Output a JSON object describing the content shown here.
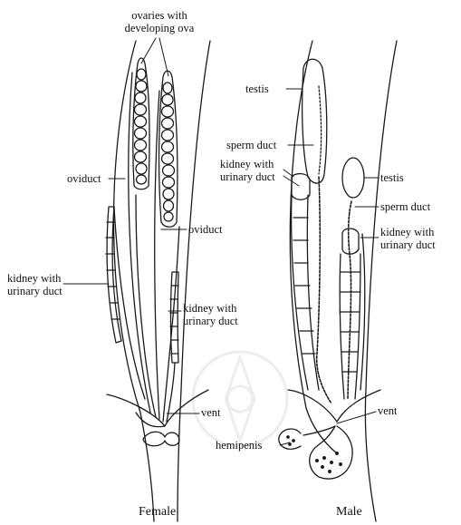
{
  "labels": {
    "ovaries": [
      "ovaries with",
      "developing ova"
    ],
    "oviduct_left": "oviduct",
    "oviduct_right": "oviduct",
    "kidney_female_left": [
      "kidney with",
      "urinary duct"
    ],
    "kidney_female_right": [
      "kidney with",
      "urinary duct"
    ],
    "vent_female": "vent",
    "testis_left": "testis",
    "sperm_duct_left": "sperm duct",
    "kidney_male_left": [
      "kidney with",
      "urinary duct"
    ],
    "testis_right": "testis",
    "sperm_duct_right": "sperm duct",
    "kidney_male_right": [
      "kidney with",
      "urinary duct"
    ],
    "vent_male": "vent",
    "hemipenis": "hemipenis"
  },
  "captions": {
    "female": "Female",
    "male": "Male"
  }
}
